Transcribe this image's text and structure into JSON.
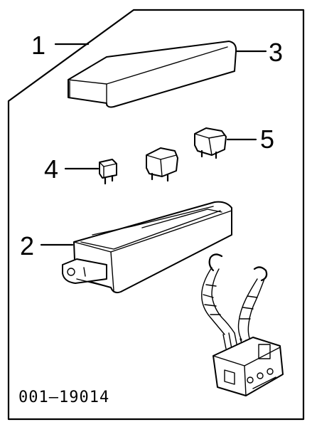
{
  "callouts": {
    "c1": "1",
    "c2": "2",
    "c3": "3",
    "c4": "4",
    "c5": "5"
  },
  "part_number": "001–19014"
}
